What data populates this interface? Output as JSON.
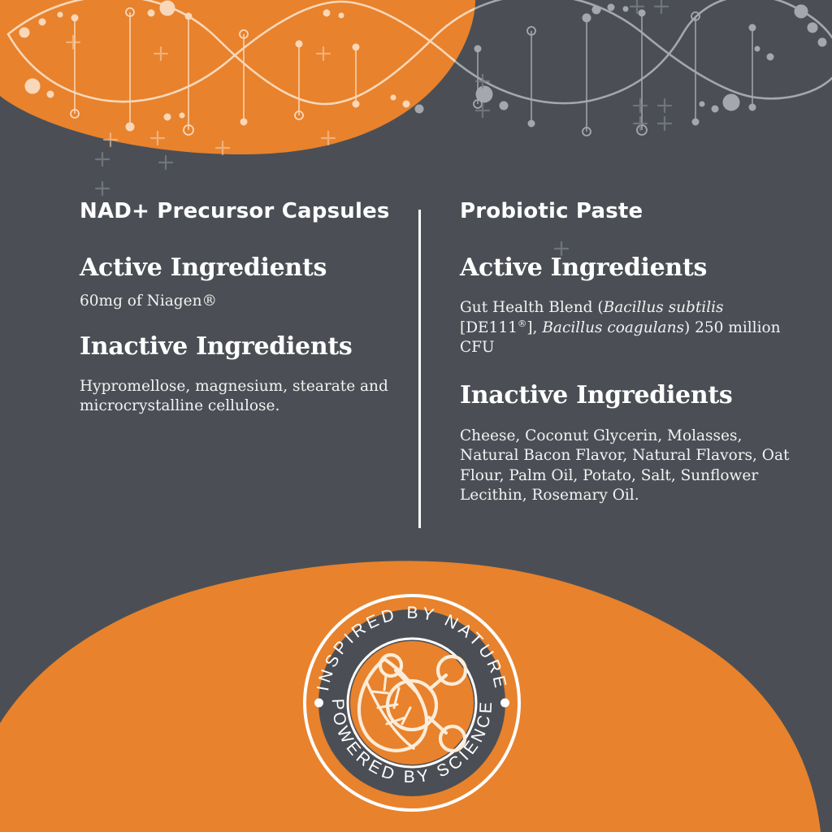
{
  "theme": {
    "background": "#4b4f55",
    "accent_orange": "#e8822c",
    "text_white": "#ffffff",
    "deco_peach": "#f6cfae",
    "deco_gray": "#a9adb2"
  },
  "columns": [
    {
      "product_title": "NAD+ Precursor Capsules",
      "sections": [
        {
          "heading": "Active Ingredients",
          "body": "60mg of Niagen®"
        },
        {
          "heading": "Inactive Ingredients",
          "body": "Hypromellose,  magnesium, stearate and microcrystalline cellulose."
        }
      ]
    },
    {
      "product_title": "Probiotic Paste",
      "sections": [
        {
          "heading": "Active Ingredients",
          "body": "Gut Health Blend (Bacillus subtilis [DE111®], Bacillus coagulans) 250 million CFU"
        },
        {
          "heading": "Inactive Ingredients",
          "body": "Cheese, Coconut Glycerin, Molasses, Natural Bacon Flavor, Natural Flavors, Oat Flour, Palm Oil, Potato, Salt, Sunflower Lecithin, Rosemary Oil."
        }
      ]
    }
  ],
  "seal": {
    "top_text": "INSPIRED BY NATURE",
    "bottom_text": "POWERED BY SCIENCE",
    "icon": "leaf-molecule-icon",
    "ring_color": "#4b4f55",
    "center_color": "#e8822c"
  },
  "decoration": {
    "top_graphic": "dna-double-helix",
    "top_blob": "orange-blob-top",
    "bottom_blob": "orange-blob-bottom",
    "plus_marks": "plus-pattern"
  }
}
